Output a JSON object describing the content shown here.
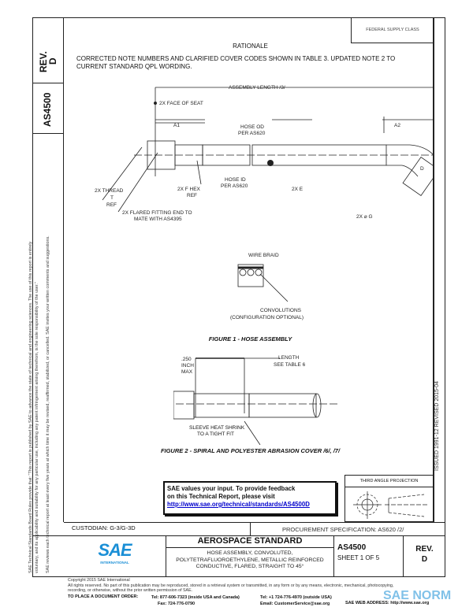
{
  "side": {
    "rev_label": "REV.",
    "rev_value": "D",
    "doc_number": "AS4500",
    "notice_1": "SAE Technical Standards Board Rules provide that: \"This report is published by SAE to advance the state of technical and engineering sciences. The use of this report is entirely",
    "notice_2": "voluntary, and its applicability and suitability for any particular use, including any patent infringement arising therefrom, is the sole responsibility of the user.\"",
    "notice_3": "SAE reviews each technical report at least every five years at which time it may be revised, reaffirmed, stabilized, or cancelled. SAE invites your written comments and suggestions.",
    "issued": "ISSUED 1991-12   REVISED 2015-04"
  },
  "header": {
    "fsc": "FEDERAL SUPPLY CLASS",
    "rationale_title": "RATIONALE",
    "rationale_line1": "CORRECTED NOTE NUMBERS AND CLARIFIED COVER CODES SHOWN IN TABLE 3. UPDATED NOTE 2 TO",
    "rationale_line2": "CURRENT STANDARD QPL WORDING."
  },
  "figure1": {
    "assembly_length": "ASSEMBLY LENGTH /3/",
    "face_of_seat": "2X FACE OF SEAT",
    "a1": "A1",
    "a2": "A2",
    "hose_od": [
      "HOSE OD",
      "PER AS620"
    ],
    "hose_id": [
      "HOSE ID",
      "PER AS620"
    ],
    "thread": [
      "2X THREAD",
      "T",
      "REF"
    ],
    "hex": [
      "2X F HEX",
      "REF"
    ],
    "flared": [
      "2X FLARED FITTING END TO",
      "MATE WITH AS4395"
    ],
    "e": "2X E",
    "d": "D",
    "g": "2X ⌀ G",
    "wire_braid": "WIRE BRAID",
    "convolutions": [
      "CONVOLUTIONS",
      "(CONFIGURATION OPTIONAL)"
    ],
    "caption": "FIGURE 1 - HOSE ASSEMBLY"
  },
  "figure2": {
    "max": [
      ".250",
      "INCH",
      "MAX"
    ],
    "length": [
      "LENGTH",
      "SEE TABLE 6"
    ],
    "sleeve": [
      "SLEEVE HEAT SHRINK",
      "TO A TIGHT FIT"
    ],
    "caption": "FIGURE 2 - SPIRAL AND POLYESTER ABRASION COVER /6/, /7/"
  },
  "feedback": {
    "line1": "SAE values your input. To provide feedback",
    "line2": "on this Technical Report, please visit",
    "link": "http://www.sae.org/technical/standards/AS4500D"
  },
  "projection": {
    "label": "THIRD ANGLE PROJECTION"
  },
  "title_block": {
    "custodian": "CUSTODIAN: G-3/G-3D",
    "procurement": "PROCUREMENT SPECIFICATION: AS620 /2/",
    "logo_text": "SAE",
    "logo_sub": "INTERNATIONAL",
    "heading": "AEROSPACE STANDARD",
    "title1": "HOSE ASSEMBLY, CONVOLUTED,",
    "title2": "POLYTETRAFLUOROETHYLENE, METALLIC REINFORCED",
    "title3": "CONDUCTIVE, FLARED, STRAIGHT TO 45°",
    "doc_number": "AS4500",
    "sheet": "SHEET 1 OF 5",
    "rev_label": "REV.",
    "rev_value": "D"
  },
  "footer": {
    "copyright": "Copyright 2015 SAE International",
    "rights1": "All rights reserved. No part of this publication may be reproduced, stored in a retrieval system or transmitted, in any form or by any means, electronic, mechanical, photocopying,",
    "rights2": "recording, or otherwise, without the prior written permission of SAE.",
    "order_label": "TO PLACE A DOCUMENT ORDER:",
    "tel1": "Tel: 877-606-7323 (inside USA and Canada)",
    "fax": "Fax: 724-776-0790",
    "tel2": "Tel: +1 724-776-4970 (outside USA)",
    "email": "Email: CustomerService@sae.org",
    "web": "SAE WEB ADDRESS: http://www.sae.org"
  },
  "watermark": {
    "text": "SAE NORM"
  },
  "colors": {
    "sae_blue": "#1a8fd6",
    "link": "#0000cc"
  }
}
